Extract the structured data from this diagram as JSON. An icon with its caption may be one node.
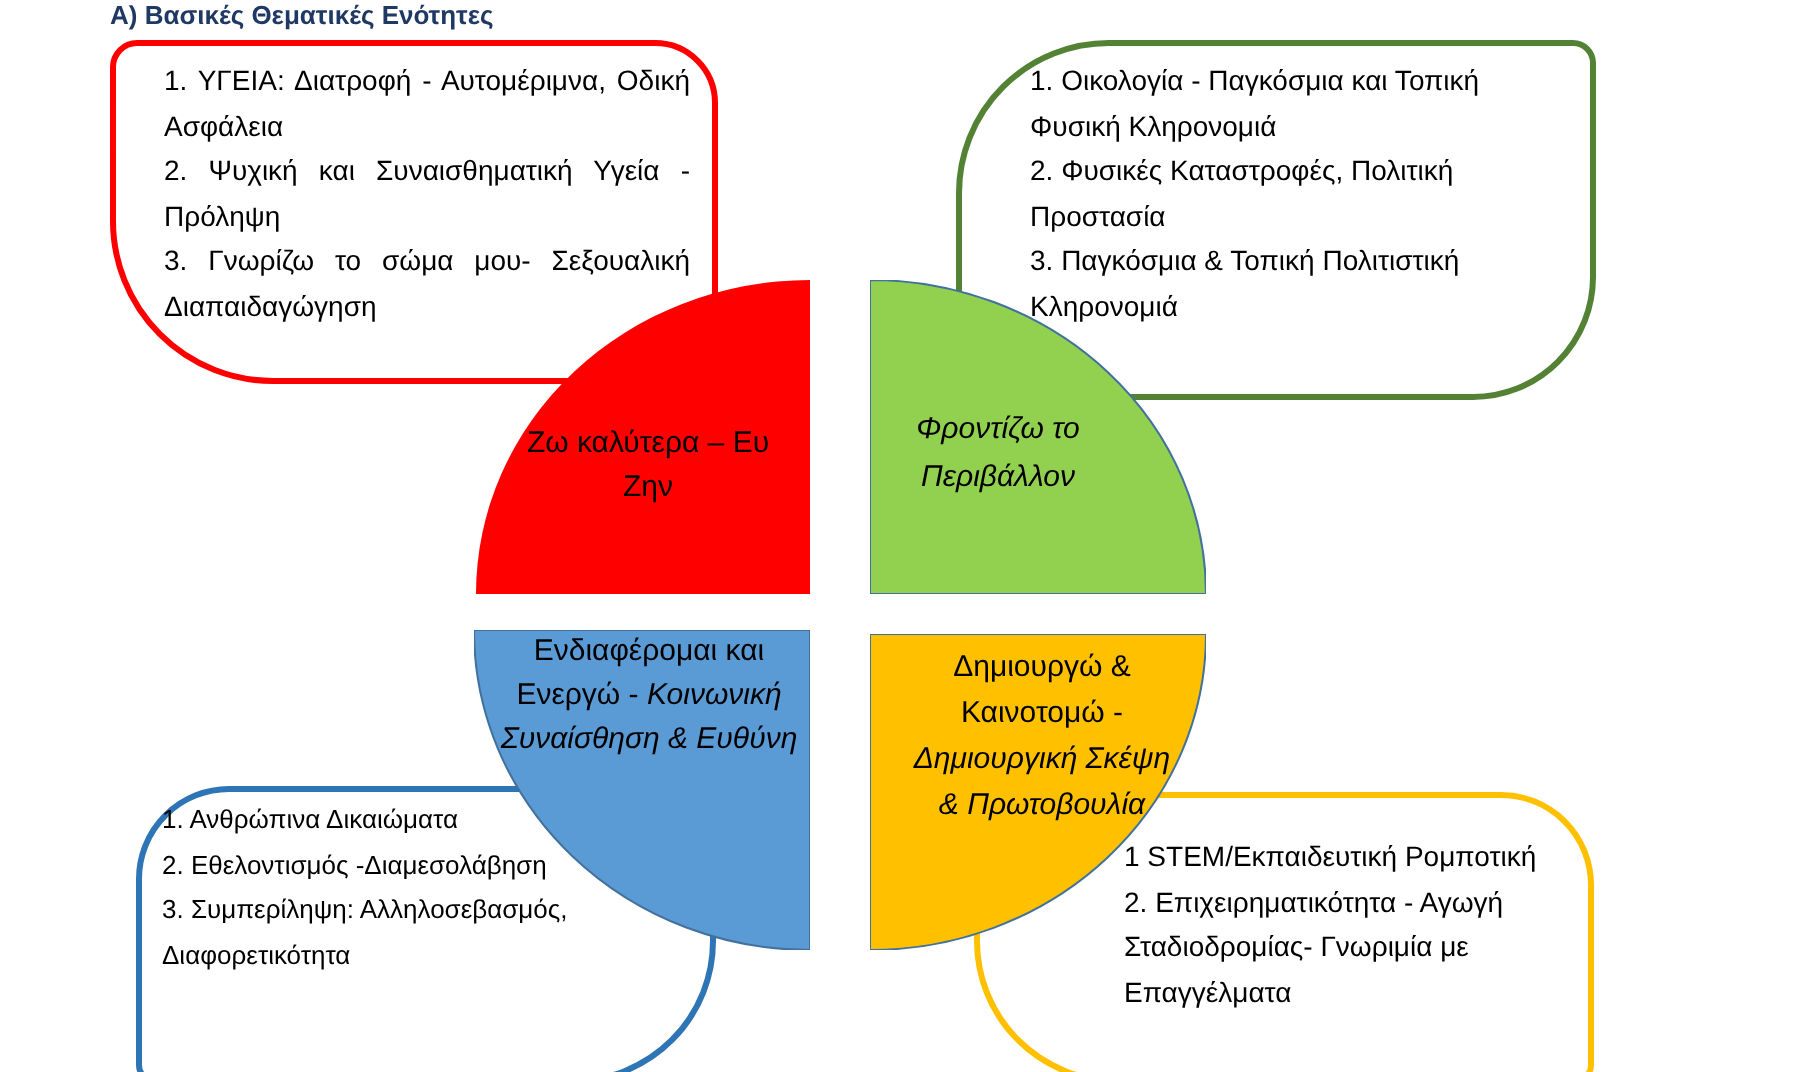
{
  "diagram": {
    "title": "Α) Βασικές Θεματικές Ενότητες",
    "nodes": [
      {
        "text": [
          "1. ΥΓΕΙΑ: Διατροφή - Αυτομέριμνα, Οδική Ασφάλεια",
          "2. Ψυχική και Συναισθηματική Υγεία - Πρόληψη",
          "3. Γνωρίζω το σώμα μου- Σεξουαλική Διαπαιδαγώγηση"
        ]
      },
      {
        "text": [
          "1. Οικολογία - Παγκόσμια και Τοπική Φυσική Κληρονομιά",
          "2. Φυσικές Καταστροφές, Πολιτική Προστασία",
          "3. Παγκόσμια & Τοπική Πολιτιστική Κληρονομιά"
        ]
      },
      {
        "text": [
          "Ζω καλύτερα – Ευ Ζην"
        ]
      },
      {
        "text": [
          "Φροντίζω το Περιβάλλον"
        ]
      },
      {
        "text": [
          "Ενδιαφέρομαι και Ενεργώ - *Κοινωνική Συναίσθηση & Ευθύνη*"
        ]
      },
      {
        "text": [
          "Δημιουργώ & Καινοτομώ - *Δημιουργική Σκέψη & Πρωτοβουλία*"
        ]
      },
      {
        "text": [
          "1. Ανθρώπινα Δικαιώματα",
          "2. Εθελοντισμός -Διαμεσολάβηση",
          "3. Συμπερίληψη: Αλληλοσεβασμός, Διαφορετικότητα"
        ]
      },
      {
        "text": [
          "1 STEM/Εκπαιδευτική Ρομποτική",
          "2. Επιχειρηματικότητα - Αγωγή Σταδιοδρομίας- Γνωριμία με Επαγγέλματα"
        ]
      }
    ]
  }
}
